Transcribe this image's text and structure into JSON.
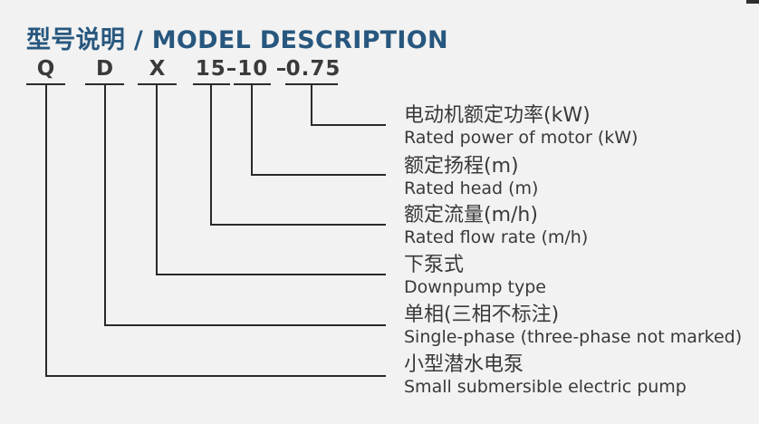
{
  "page_title": "型号说明 / MODEL DESCRIPTION",
  "model_code": {
    "segments": {
      "series": "Q",
      "phase": "D",
      "pump_type": "X",
      "flow_head": "15–10",
      "separator": "–",
      "power": "0.75"
    }
  },
  "legend": [
    {
      "code_part": "0.75",
      "zh": "电动机额定功率(kW)",
      "en": "Rated power of motor (kW)"
    },
    {
      "code_part": "10",
      "zh": "额定扬程(m)",
      "en": "Rated head (m)"
    },
    {
      "code_part": "15",
      "zh": "额定流量(m/h)",
      "en": "Rated flow rate (m/h)"
    },
    {
      "code_part": "X",
      "zh": "下泵式",
      "en": "Downpump type"
    },
    {
      "code_part": "D",
      "zh": "单相(三相不标注)",
      "en": "Single-phase (three-phase not marked)"
    },
    {
      "code_part": "Q",
      "zh": "小型潜水电泵",
      "en": "Small submersible electric pump"
    }
  ],
  "colors": {
    "title": "#27577e",
    "text": "#3a3a3c",
    "line": "#2a2a2a",
    "background": "#f2f2f2"
  }
}
